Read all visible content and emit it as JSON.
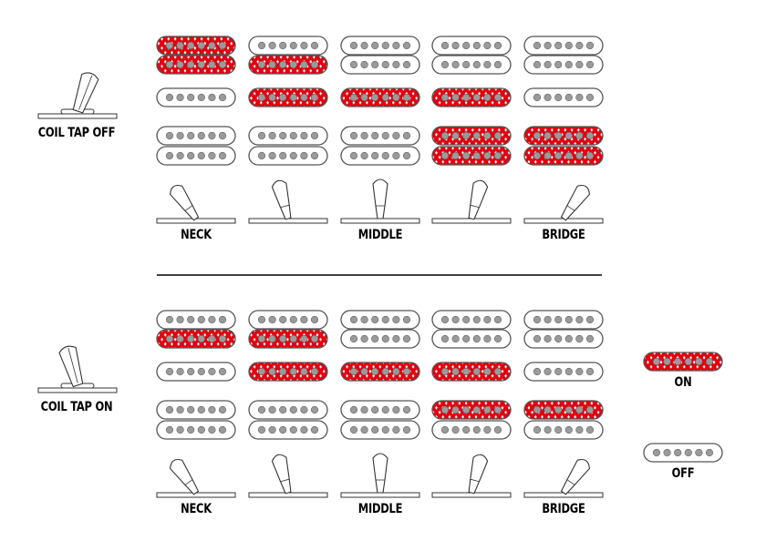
{
  "colors": {
    "on": "#e3000f",
    "off": "#ffffff",
    "outline": "#555555",
    "pole": "#9a9a9a"
  },
  "sections": [
    {
      "label": "COIL TAP OFF",
      "switch": "up",
      "positions": [
        {
          "neck_top": true,
          "neck_bottom": true,
          "middle": false,
          "bridge_top": false,
          "bridge_bottom": false,
          "lever": -35
        },
        {
          "neck_top": false,
          "neck_bottom": true,
          "middle": true,
          "bridge_top": false,
          "bridge_bottom": false,
          "lever": -15
        },
        {
          "neck_top": false,
          "neck_bottom": false,
          "middle": true,
          "bridge_top": false,
          "bridge_bottom": false,
          "lever": 0
        },
        {
          "neck_top": false,
          "neck_bottom": false,
          "middle": true,
          "bridge_top": true,
          "bridge_bottom": true,
          "lever": 15
        },
        {
          "neck_top": false,
          "neck_bottom": false,
          "middle": false,
          "bridge_top": true,
          "bridge_bottom": true,
          "lever": 35
        }
      ]
    },
    {
      "label": "COIL TAP ON",
      "switch": "down",
      "positions": [
        {
          "neck_top": false,
          "neck_bottom": true,
          "middle": false,
          "bridge_top": false,
          "bridge_bottom": false,
          "lever": -35
        },
        {
          "neck_top": false,
          "neck_bottom": true,
          "middle": true,
          "bridge_top": false,
          "bridge_bottom": false,
          "lever": -15
        },
        {
          "neck_top": false,
          "neck_bottom": false,
          "middle": true,
          "bridge_top": false,
          "bridge_bottom": false,
          "lever": 0
        },
        {
          "neck_top": false,
          "neck_bottom": false,
          "middle": true,
          "bridge_top": true,
          "bridge_bottom": false,
          "lever": 15
        },
        {
          "neck_top": false,
          "neck_bottom": false,
          "middle": false,
          "bridge_top": true,
          "bridge_bottom": false,
          "lever": 35
        }
      ]
    }
  ],
  "position_labels": [
    "NECK",
    "",
    "MIDDLE",
    "",
    "BRIDGE"
  ],
  "legend": {
    "on": "ON",
    "off": "OFF"
  }
}
